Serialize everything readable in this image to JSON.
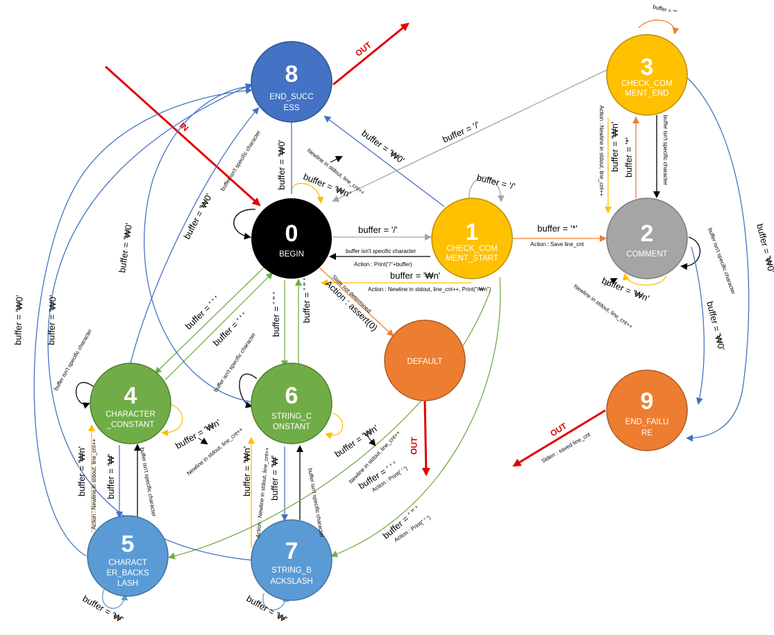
{
  "colors": {
    "blue": "#4472c4",
    "orange": "#ed7d31",
    "yellow": "#ffc000",
    "gray": "#a5a5a5",
    "green": "#70ad47",
    "black": "#000000",
    "lightblue": "#5b9bd5",
    "red": "#e00000"
  },
  "states": {
    "s0": {
      "num": "0",
      "l1": "BEGIN",
      "l2": ""
    },
    "s1": {
      "num": "1",
      "l1": "CHECK_COM",
      "l2": "MENT_START"
    },
    "s2": {
      "num": "2",
      "l1": "COMMENT",
      "l2": ""
    },
    "s3": {
      "num": "3",
      "l1": "CHECK_COM",
      "l2": "MENT_END"
    },
    "s4": {
      "num": "4",
      "l1": "CHARACTER",
      "l2": "_CONSTANT"
    },
    "s5": {
      "num": "5",
      "l1": "CHARACT",
      "l2": "ER_BACKS",
      "l3": "LASH"
    },
    "s6": {
      "num": "6",
      "l1": "STRING_C",
      "l2": "ONSTANT"
    },
    "s7": {
      "num": "7",
      "l1": "STRING_B",
      "l2": "ACKSLASH"
    },
    "s8": {
      "num": "8",
      "l1": "END_SUCC",
      "l2": "ESS"
    },
    "s9": {
      "num": "9",
      "l1": "END_FAILU",
      "l2": "RE"
    },
    "sd": {
      "num": "",
      "l1": "DEFAULT",
      "l2": ""
    }
  },
  "labels": {
    "in": "IN",
    "out8": "OUT",
    "outd": "OUT",
    "out9": "OUT",
    "b0_1": "buffer = '/'",
    "b1_0a": "buffer isn't specific character",
    "b1_0b": "Action : Print(\"/\"+buffer)",
    "b1_0c": "buffer = '₩n'",
    "b1_0d": "Action : Newline in stdout, line_cnt++, Print(\"/₩n\")",
    "b1_1": "buffer = '/'",
    "b1_2": "buffer = '*'",
    "b1_2a": "Action : Save line_cnt",
    "b1_8": "buffer = '₩0'",
    "b3_0": "buffer = '/'",
    "b3_3": "buffer = '*'",
    "b3_2": "buffer isn't specific character",
    "b2_3": "buffer = '*'",
    "b3_2n": "buffer = '₩n'",
    "b3_2na": "Action : Newline in stdout, line_cnt++",
    "b2_2": "buffer isn't specific character",
    "b2_2n": "buffer = '₩n'",
    "b2_2na": "Newline in stdout, line_cnt++",
    "b2_9": "buffer = '₩0'",
    "b3_9": "buffer = '₩0'",
    "b9": "Stderr : saved line_cnt",
    "b0_8": "buffer = '₩0'",
    "b0_0": "buffer isn't specific character",
    "b0_0n": "buffer = '₩n'",
    "b0_0na": "Newline in stdout, line_cnt++",
    "b0_d": "Action : assert(0)",
    "b0_da": "State not determined",
    "b0_4": "buffer = ' ' '",
    "b4_0": "buffer = ' ' '",
    "b0_6": "buffer = ' \" '",
    "b6_0": "buffer = ' \" '",
    "b4_4": "buffer isn't specific character",
    "b4_4n": "buffer = '₩n'",
    "b4_4na": "Newline in stdout, line_cnt++",
    "b4_5": "buffer = '₩'",
    "b5_4": "buffer isn't specific character",
    "b5_4n": "buffer = '₩n'",
    "b5_4na": "Action : Newline in stdout, line_cnt++",
    "b5_5": "buffer = '₩'",
    "b6_6": "buffer isn't specific character",
    "b6_6n": "buffer = '₩n'",
    "b6_6na": "Newline in stdout, line_cnt++",
    "b6_6q": "buffer = ' ' '",
    "b6_6qa": "Action : Print(' ' ')",
    "b6_7": "buffer = '₩'",
    "b7_6": "buffer isn't specific character",
    "b7_6n": "buffer = '₩n'",
    "b7_6na": "Action : Newline in stdout, line_cnt++",
    "b7_7": "buffer = '₩'",
    "b1_7": "buffer = ' \" '",
    "b1_7a": "Action : Print(' \" ')",
    "b4_8": "buffer = '₩0'",
    "b6_8": "buffer = '₩0'",
    "b5_8": "buffer = '₩0'",
    "b7_8": "buffer = '₩0'"
  }
}
